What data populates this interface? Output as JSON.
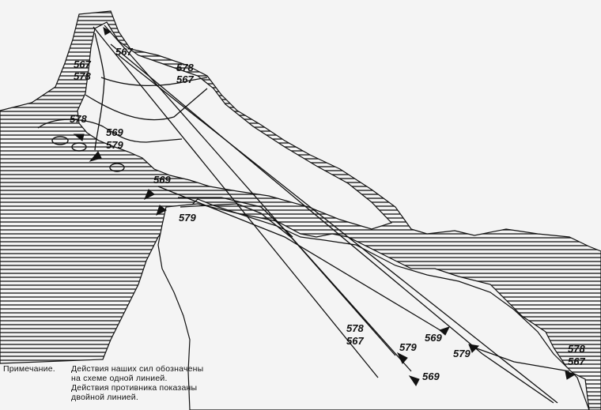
{
  "note": {
    "heading": "Примечание.",
    "line1": "Действия наших сил обозначены",
    "line2": "на схеме одной линией.",
    "line3": "Действия противника показаны",
    "line4": "двойной линией."
  },
  "labels": {
    "l567_top": "567",
    "l567_a": "567",
    "l578_a": "578",
    "l578_b": "578",
    "l567_b": "567",
    "l578_c": "578",
    "l569_a": "569",
    "l579_a": "579",
    "l569_b": "569",
    "l579_b": "579",
    "l578_d": "578",
    "l567_d": "567",
    "l579_c": "579",
    "l569_c": "569",
    "l569_d": "569",
    "l579_d": "579",
    "l578_e": "578",
    "l567_e": "567"
  },
  "colors": {
    "ink": "#111111",
    "land_hatch": "#222222",
    "sea": "#f4f4f4"
  }
}
